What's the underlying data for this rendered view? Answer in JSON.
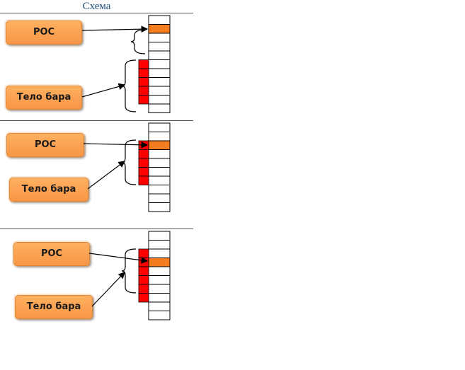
{
  "title": "Схема",
  "colors": {
    "poc": "#f47d1f",
    "bar": "#ff0000",
    "label_fill": "#f79646",
    "title": "#1f4e79"
  },
  "panels": [
    {
      "poc_label": "POC",
      "bar_label": "Тело бара"
    },
    {
      "poc_label": "POC",
      "bar_label": "Тело бара"
    },
    {
      "poc_label": "POC",
      "bar_label": "Тело бара"
    }
  ]
}
